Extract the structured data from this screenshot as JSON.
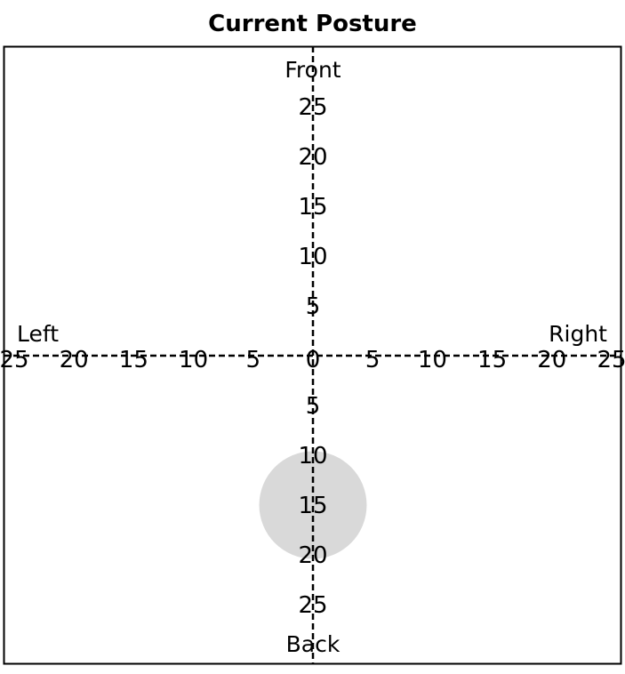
{
  "chart_data": {
    "type": "scatter",
    "title": "Current Posture",
    "direction_labels": {
      "front": "Front",
      "back": "Back",
      "left": "Left",
      "right": "Right"
    },
    "x_ticks": [
      "25",
      "20",
      "15",
      "10",
      "5",
      "0",
      "5",
      "10",
      "15",
      "20",
      "25"
    ],
    "y_ticks_front": [
      "25",
      "20",
      "15",
      "10",
      "5"
    ],
    "y_ticks_back": [
      "5",
      "10",
      "15",
      "20",
      "25"
    ],
    "xlim": [
      -25,
      25
    ],
    "ylim": [
      -25,
      25
    ],
    "axes_style": "dashed crosshair",
    "grid": false,
    "points": [
      {
        "x": 0,
        "y": -15,
        "radius": 4.5,
        "color": "#d9d9d9"
      }
    ]
  },
  "colors": {
    "axis": "#000000",
    "frame": "#000000",
    "marker": "#d9d9d9"
  }
}
